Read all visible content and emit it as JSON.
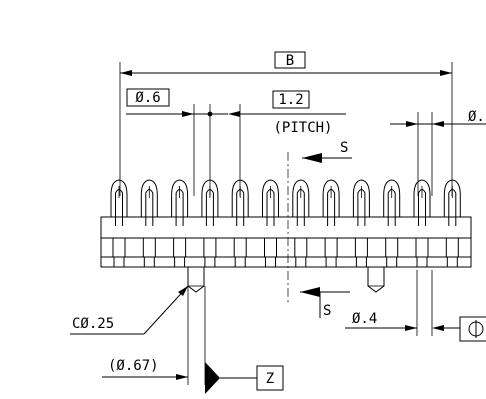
{
  "dimensions": {
    "overall_length": "B",
    "pin_width": "Ø.6",
    "pitch": "1.2",
    "pitch_note": "(PITCH)",
    "right_top_value": "Ø.",
    "section_top": "S",
    "section_bottom": "S",
    "chamfer": "CØ.25",
    "offset": "(Ø.67)",
    "datum": "Z",
    "spacing": "Ø.4"
  },
  "pins": {
    "count": 12
  }
}
